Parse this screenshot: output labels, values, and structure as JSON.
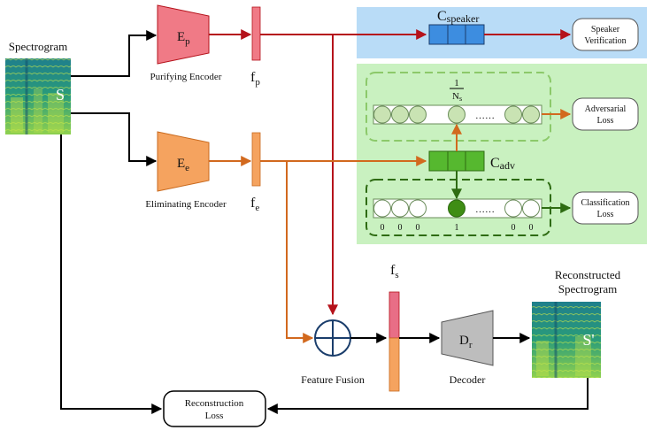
{
  "spectrogram": {
    "title": "Spectrogram",
    "symbol": "S"
  },
  "reconstructed": {
    "title_line1": "Reconstructed",
    "title_line2": "Spectrogram",
    "symbol": "S'"
  },
  "encoders": {
    "purifying": {
      "symbol": "E",
      "sub": "p",
      "label": "Purifying Encoder"
    },
    "eliminating": {
      "symbol": "E",
      "sub": "e",
      "label": "Eliminating Encoder"
    }
  },
  "features": {
    "fp": {
      "symbol": "f",
      "sub": "p"
    },
    "fe": {
      "symbol": "f",
      "sub": "e"
    },
    "fs": {
      "symbol": "f",
      "sub": "s"
    }
  },
  "classifiers": {
    "speaker": {
      "symbol": "C",
      "sub": "speaker"
    },
    "adv": {
      "symbol": "C",
      "sub": "adv"
    }
  },
  "losses": {
    "speaker_verification_line1": "Speaker",
    "speaker_verification_line2": "Verification",
    "adversarial_line1": "Adversarial",
    "adversarial_line2": "Loss",
    "classification_line1": "Classification",
    "classification_line2": "Loss",
    "reconstruction_line1": "Reconstruction",
    "reconstruction_line2": "Loss"
  },
  "adv_vector": {
    "frac_num": "1",
    "frac_den": "N",
    "frac_den_sub": "s",
    "ellipsis": "……"
  },
  "onehot_vector": {
    "ellipsis": "……",
    "digits": [
      "0",
      "0",
      "0",
      "1",
      "0",
      "0"
    ]
  },
  "fusion_label": "Feature Fusion",
  "decoder": {
    "symbol": "D",
    "sub": "r",
    "label": "Decoder"
  },
  "colors": {
    "red": "#b5121b",
    "orange": "#d2691e",
    "dark_green": "#2e6b12",
    "blue_panel": "#b9dcf7",
    "green_panel": "#c9f1c0",
    "encoder_p_fill": "#f07a86",
    "encoder_e_fill": "#f5a35f",
    "classifier_blue": "#3d8de0",
    "classifier_green": "#56b82f"
  }
}
